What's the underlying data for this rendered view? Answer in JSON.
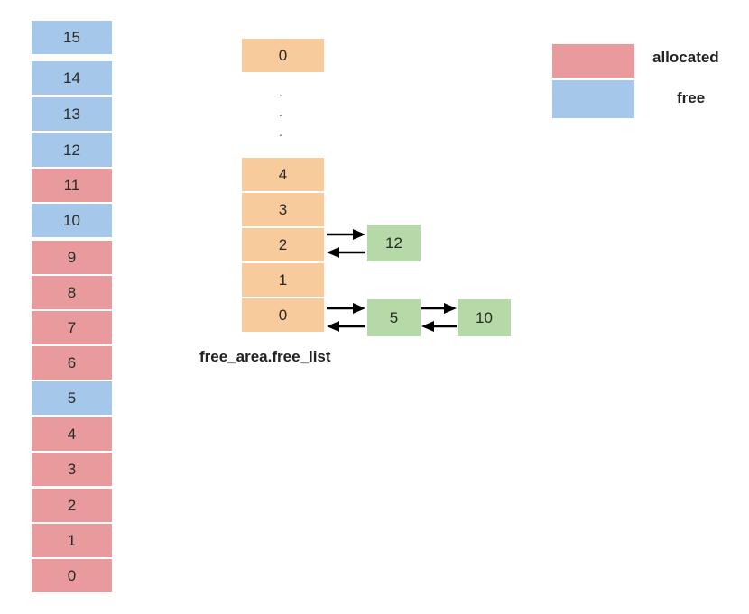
{
  "colors": {
    "allocated": "#e99a9c",
    "free": "#a5c7ea",
    "order": "#f7cb9b",
    "node": "#b6d9a8"
  },
  "legend": [
    {
      "label": "allocated",
      "status": "allocated"
    },
    {
      "label": "free",
      "status": "free"
    }
  ],
  "memory_blocks": [
    {
      "label": "15",
      "status": "free"
    },
    {
      "label": "14",
      "status": "free"
    },
    {
      "label": "13",
      "status": "free"
    },
    {
      "label": "12",
      "status": "free"
    },
    {
      "label": "11",
      "status": "allocated"
    },
    {
      "label": "10",
      "status": "free"
    },
    {
      "label": "9",
      "status": "allocated"
    },
    {
      "label": "8",
      "status": "allocated"
    },
    {
      "label": "7",
      "status": "allocated"
    },
    {
      "label": "6",
      "status": "allocated"
    },
    {
      "label": "5",
      "status": "free"
    },
    {
      "label": "4",
      "status": "allocated"
    },
    {
      "label": "3",
      "status": "allocated"
    },
    {
      "label": "2",
      "status": "allocated"
    },
    {
      "label": "1",
      "status": "allocated"
    },
    {
      "label": "0",
      "status": "allocated"
    }
  ],
  "free_area": {
    "title": "free_area.free_list",
    "top_order": "0",
    "ellipsis": [
      ".",
      ".",
      "."
    ],
    "orders": [
      "4",
      "3",
      "2",
      "1",
      "0"
    ],
    "lists": {
      "order_2": [
        "12"
      ],
      "order_0": [
        "5",
        "10"
      ]
    }
  }
}
